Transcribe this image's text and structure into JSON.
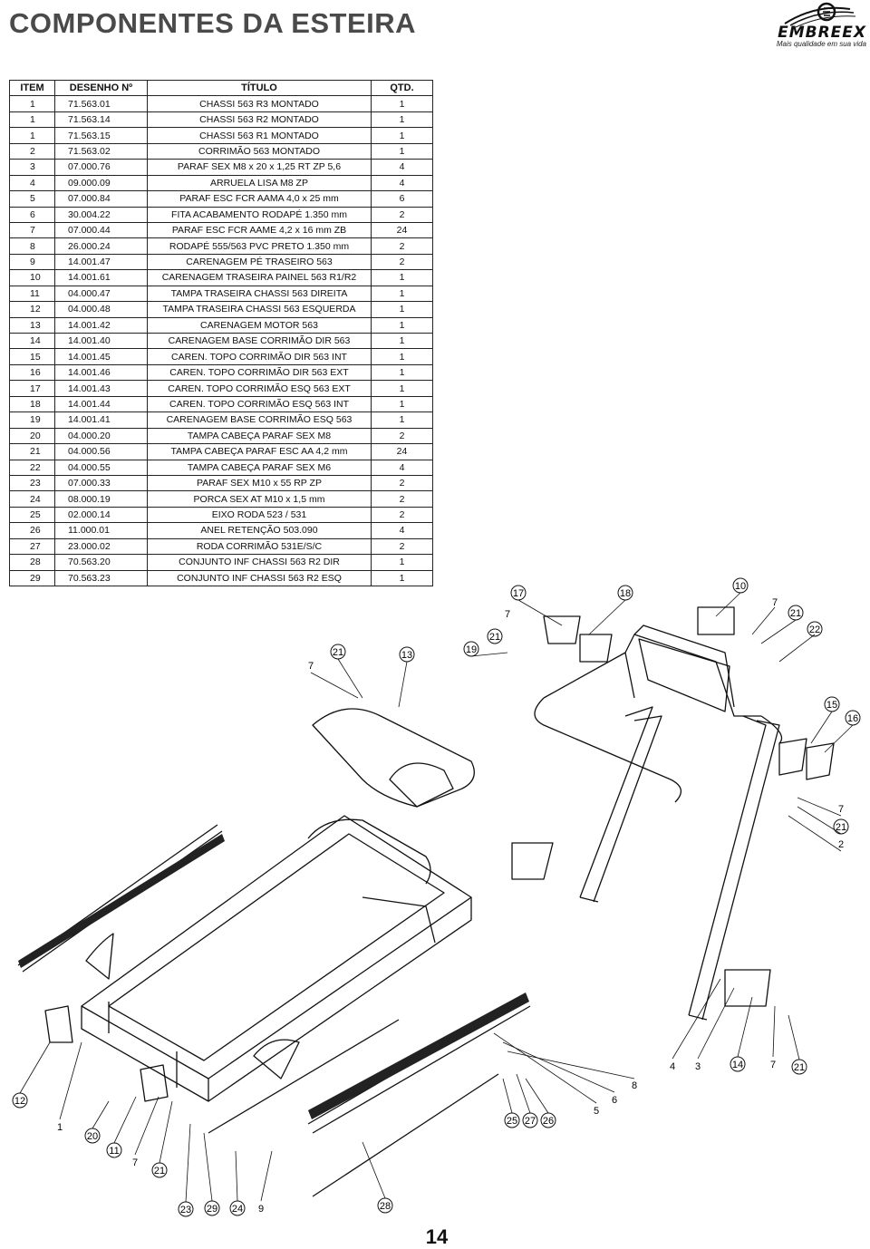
{
  "title": "COMPONENTES DA ESTEIRA",
  "logo": {
    "name": "EMBREEX",
    "tagline": "Mais qualidade em sua vida"
  },
  "table": {
    "headers": [
      "ITEM",
      "DESENHO Nº",
      "TÍTULO",
      "QTD."
    ],
    "rows": [
      [
        "1",
        "71.563.01",
        "CHASSI 563 R3 MONTADO",
        "1"
      ],
      [
        "1",
        "71.563.14",
        "CHASSI 563 R2 MONTADO",
        "1"
      ],
      [
        "1",
        "71.563.15",
        "CHASSI 563 R1 MONTADO",
        "1"
      ],
      [
        "2",
        "71.563.02",
        "CORRIMÃO 563 MONTADO",
        "1"
      ],
      [
        "3",
        "07.000.76",
        "PARAF SEX M8 x 20 x 1,25 RT ZP 5,6",
        "4"
      ],
      [
        "4",
        "09.000.09",
        "ARRUELA LISA M8 ZP",
        "4"
      ],
      [
        "5",
        "07.000.84",
        "PARAF ESC FCR AAMA 4,0 x 25 mm",
        "6"
      ],
      [
        "6",
        "30.004.22",
        "FITA ACABAMENTO RODAPÉ 1.350 mm",
        "2"
      ],
      [
        "7",
        "07.000.44",
        "PARAF ESC FCR AAME 4,2 x 16 mm ZB",
        "24"
      ],
      [
        "8",
        "26.000.24",
        "RODAPÉ 555/563 PVC PRETO 1.350 mm",
        "2"
      ],
      [
        "9",
        "14.001.47",
        "CARENAGEM PÉ TRASEIRO 563",
        "2"
      ],
      [
        "10",
        "14.001.61",
        "CARENAGEM TRASEIRA PAINEL 563 R1/R2",
        "1"
      ],
      [
        "11",
        "04.000.47",
        "TAMPA TRASEIRA CHASSI 563 DIREITA",
        "1"
      ],
      [
        "12",
        "04.000.48",
        "TAMPA TRASEIRA CHASSI 563 ESQUERDA",
        "1"
      ],
      [
        "13",
        "14.001.42",
        "CARENAGEM MOTOR 563",
        "1"
      ],
      [
        "14",
        "14.001.40",
        "CARENAGEM BASE CORRIMÃO DIR 563",
        "1"
      ],
      [
        "15",
        "14.001.45",
        "CAREN. TOPO CORRIMÃO DIR 563 INT",
        "1"
      ],
      [
        "16",
        "14.001.46",
        "CAREN. TOPO CORRIMÃO DIR 563 EXT",
        "1"
      ],
      [
        "17",
        "14.001.43",
        "CAREN. TOPO CORRIMÃO ESQ 563 EXT",
        "1"
      ],
      [
        "18",
        "14.001.44",
        "CAREN. TOPO CORRIMÃO ESQ 563 INT",
        "1"
      ],
      [
        "19",
        "14.001.41",
        "CARENAGEM BASE CORRIMÃO ESQ 563",
        "1"
      ],
      [
        "20",
        "04.000.20",
        "TAMPA CABEÇA PARAF SEX M8",
        "2"
      ],
      [
        "21",
        "04.000.56",
        "TAMPA CABEÇA PARAF ESC AA 4,2 mm",
        "24"
      ],
      [
        "22",
        "04.000.55",
        "TAMPA CABEÇA PARAF SEX M6",
        "4"
      ],
      [
        "23",
        "07.000.33",
        "PARAF SEX M10 x 55 RP ZP",
        "2"
      ],
      [
        "24",
        "08.000.19",
        "PORCA SEX AT M10 x 1,5 mm",
        "2"
      ],
      [
        "25",
        "02.000.14",
        "EIXO RODA 523 / 531",
        "2"
      ],
      [
        "26",
        "11.000.01",
        "ANEL RETENÇÃO 503.090",
        "4"
      ],
      [
        "27",
        "23.000.02",
        "RODA CORRIMÃO 531E/S/C",
        "2"
      ],
      [
        "28",
        "70.563.20",
        "CONJUNTO INF CHASSI 563 R2 DIR",
        "1"
      ],
      [
        "29",
        "70.563.23",
        "CONJUNTO INF CHASSI 563 R2 ESQ",
        "1"
      ]
    ]
  },
  "diagram": {
    "callouts": [
      {
        "label": "17",
        "circled": true
      },
      {
        "label": "18",
        "circled": true
      },
      {
        "label": "10",
        "circled": true
      },
      {
        "label": "7",
        "circled": false
      },
      {
        "label": "21",
        "circled": true
      },
      {
        "label": "22",
        "circled": true
      },
      {
        "label": "7",
        "circled": false
      },
      {
        "label": "21",
        "circled": true
      },
      {
        "label": "19",
        "circled": true
      },
      {
        "label": "7",
        "circled": false
      },
      {
        "label": "21",
        "circled": true
      },
      {
        "label": "13",
        "circled": true
      },
      {
        "label": "15",
        "circled": true
      },
      {
        "label": "16",
        "circled": true
      },
      {
        "label": "7",
        "circled": false
      },
      {
        "label": "21",
        "circled": true
      },
      {
        "label": "2",
        "circled": false
      },
      {
        "label": "4",
        "circled": false
      },
      {
        "label": "3",
        "circled": false
      },
      {
        "label": "14",
        "circled": true
      },
      {
        "label": "7",
        "circled": false
      },
      {
        "label": "21",
        "circled": true
      },
      {
        "label": "8",
        "circled": false
      },
      {
        "label": "6",
        "circled": false
      },
      {
        "label": "5",
        "circled": false
      },
      {
        "label": "25",
        "circled": true
      },
      {
        "label": "27",
        "circled": true
      },
      {
        "label": "26",
        "circled": true
      },
      {
        "label": "12",
        "circled": true
      },
      {
        "label": "1",
        "circled": false
      },
      {
        "label": "20",
        "circled": true
      },
      {
        "label": "11",
        "circled": true
      },
      {
        "label": "7",
        "circled": false
      },
      {
        "label": "21",
        "circled": true
      },
      {
        "label": "23",
        "circled": true
      },
      {
        "label": "29",
        "circled": true
      },
      {
        "label": "24",
        "circled": true
      },
      {
        "label": "9",
        "circled": false
      },
      {
        "label": "28",
        "circled": true
      }
    ]
  },
  "page_number": "14"
}
